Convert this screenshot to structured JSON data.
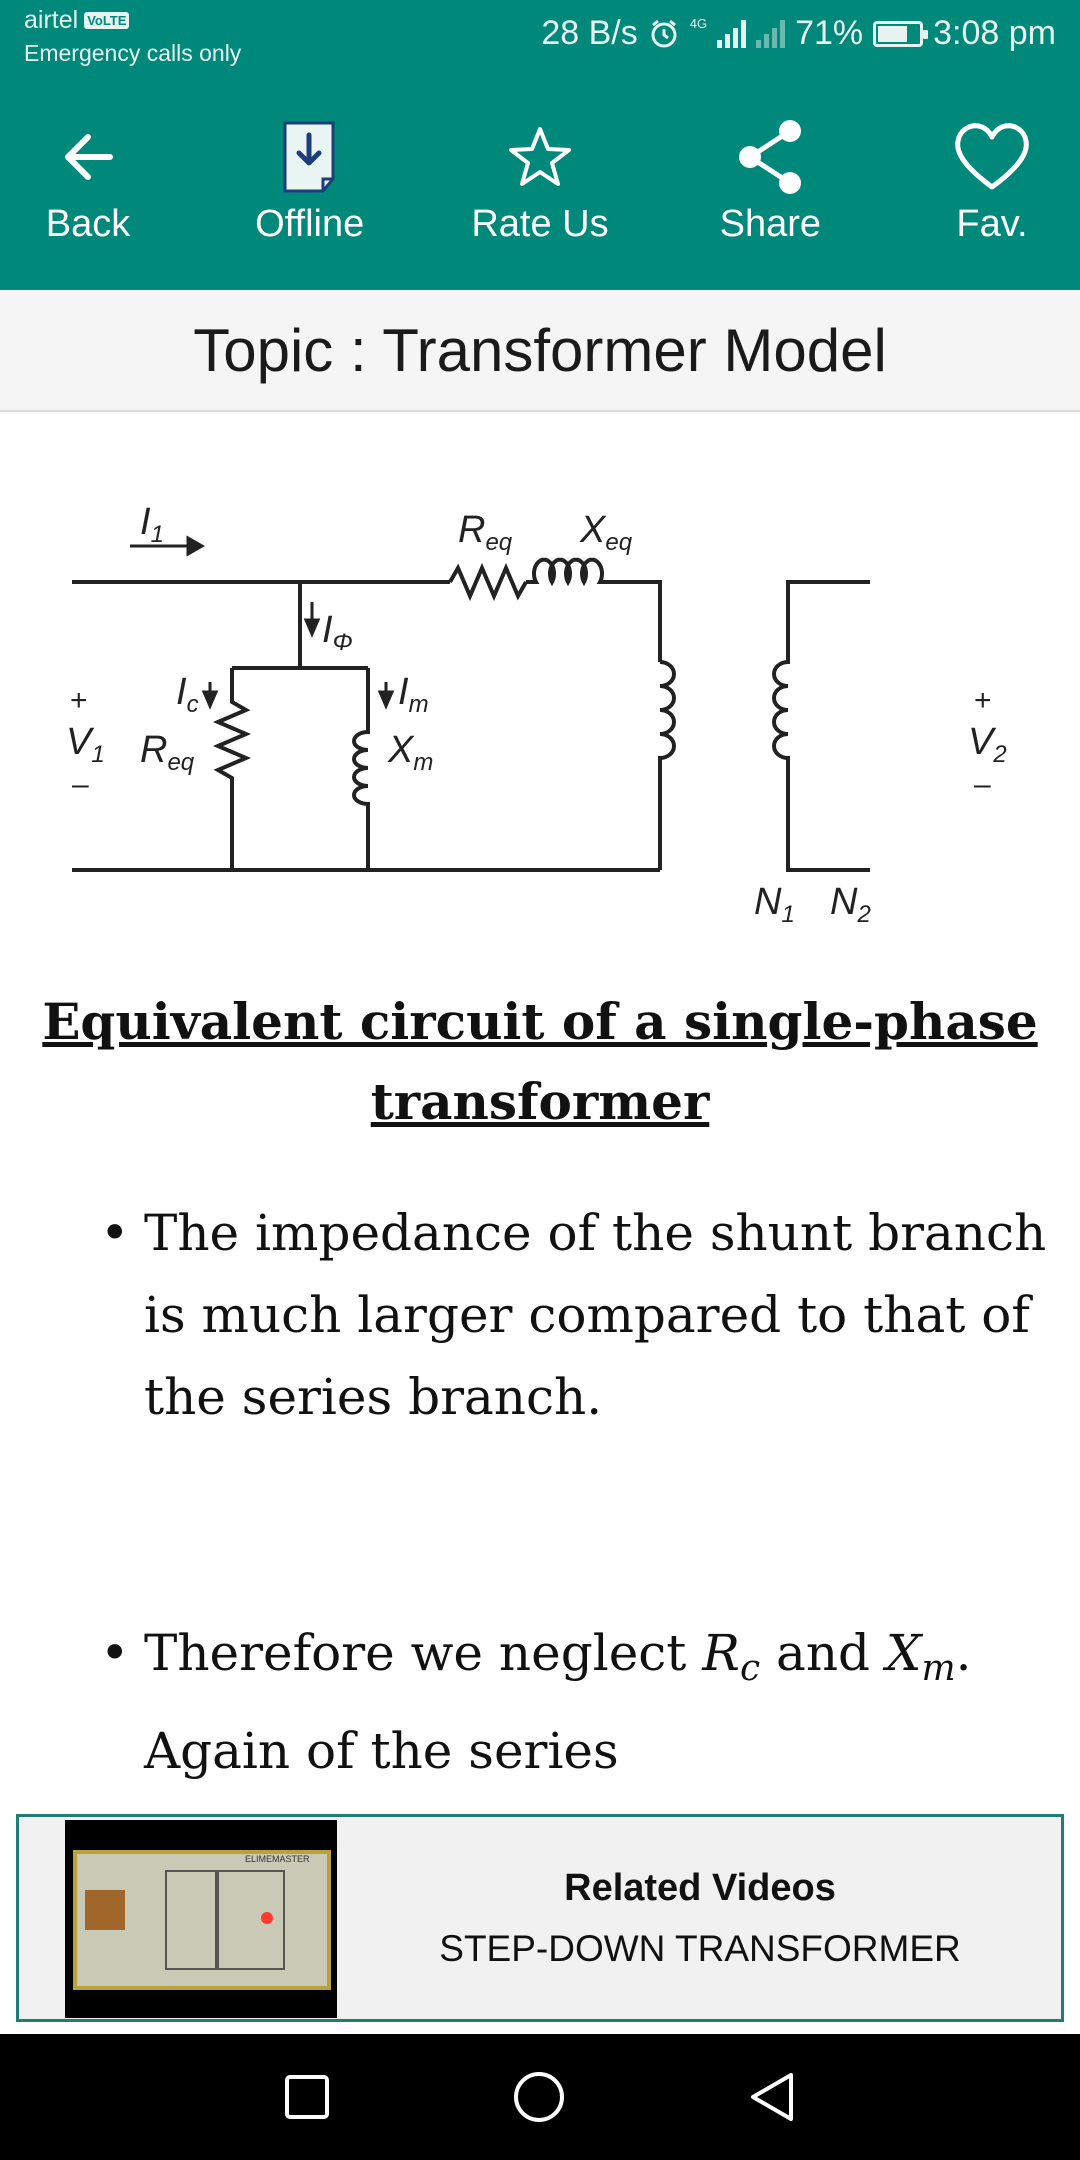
{
  "status": {
    "carrier": "airtel",
    "volte": "VoLTE",
    "emergency": "Emergency calls only",
    "speed": "28 B/s",
    "network": "4G",
    "battery": "71%",
    "battery_level": 0.71,
    "time": "3:08 pm"
  },
  "toolbar": {
    "back": "Back",
    "offline": "Offline",
    "rate": "Rate Us",
    "share": "Share",
    "fav": "Fav."
  },
  "topic": "Topic : Transformer Model",
  "diagram": {
    "i1": "I",
    "i1_sub": "1",
    "req_top": "R",
    "req_top_sub": "eq",
    "xeq_top": "X",
    "xeq_top_sub": "eq",
    "iphi": "I",
    "iphi_sub": "Φ",
    "ic": "I",
    "ic_sub": "c",
    "im": "I",
    "im_sub": "m",
    "req_left": "R",
    "req_left_sub": "eq",
    "xm": "X",
    "xm_sub": "m",
    "v1": "V",
    "v1_sub": "1",
    "v2": "V",
    "v2_sub": "2",
    "n1": "N",
    "n1_sub": "1",
    "n2": "N",
    "n2_sub": "2",
    "plus": "+",
    "minus": "–"
  },
  "heading": "Equivalent circuit of a single-phase transformer",
  "bullets": {
    "b1": "The impedance of the shunt branch is much larger compared to that of the series branch.",
    "b2_pre": "Therefore we neglect ",
    "b2_r": "R",
    "b2_r_sub": "c",
    "b2_and": " and ",
    "b2_x": "X",
    "b2_x_sub": "m",
    "b2_post": ".",
    "b2_line2": "Again of the series"
  },
  "related": {
    "title": "Related Videos",
    "subtitle": "STEP-DOWN TRANSFORMER",
    "thumb_watermark": "ELIMEMASTER"
  },
  "colors": {
    "primary": "#00897b",
    "border": "#1f7d73"
  }
}
